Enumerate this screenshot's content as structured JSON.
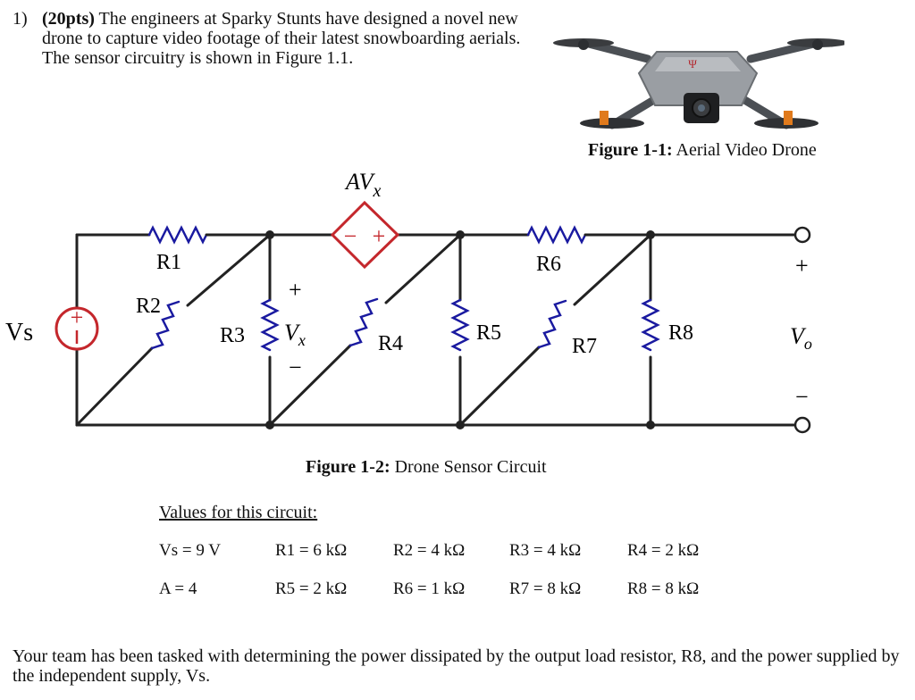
{
  "problem": {
    "number": "1)",
    "points": "(20pts)",
    "text": "The engineers at Sparky Stunts have designed a novel new drone to capture video footage of their latest snowboarding aerials. The sensor circuitry is shown in Figure 1.1."
  },
  "figure1": {
    "label": "Figure 1-1:",
    "caption": "Aerial Video Drone"
  },
  "figure2": {
    "label": "Figure 1-2:",
    "caption": "Drone Sensor Circuit"
  },
  "circuit": {
    "source": "Vs",
    "dependent_source": {
      "coef": "AV",
      "sub": "x"
    },
    "resistors": [
      "R1",
      "R2",
      "R3",
      "R4",
      "R5",
      "R6",
      "R7",
      "R8"
    ],
    "vx": {
      "v": "V",
      "sub": "x",
      "plus": "+",
      "minus": "−"
    },
    "vo": {
      "v": "V",
      "sub": "o",
      "plus": "+",
      "minus": "−"
    }
  },
  "values": {
    "title": "Values for this circuit:",
    "row1": [
      "Vs = 9 V",
      "R1 = 6 kΩ",
      "R2 = 4 kΩ",
      "R3 = 4 kΩ",
      "R4 = 2 kΩ"
    ],
    "row2": [
      "A = 4",
      "R5 = 2 kΩ",
      "R6 = 1 kΩ",
      "R7 = 8 kΩ",
      "R8 = 8 kΩ"
    ]
  },
  "task": "Your team has been tasked with determining the power dissipated by the output load resistor, R8, and the power supplied by the independent supply, Vs."
}
